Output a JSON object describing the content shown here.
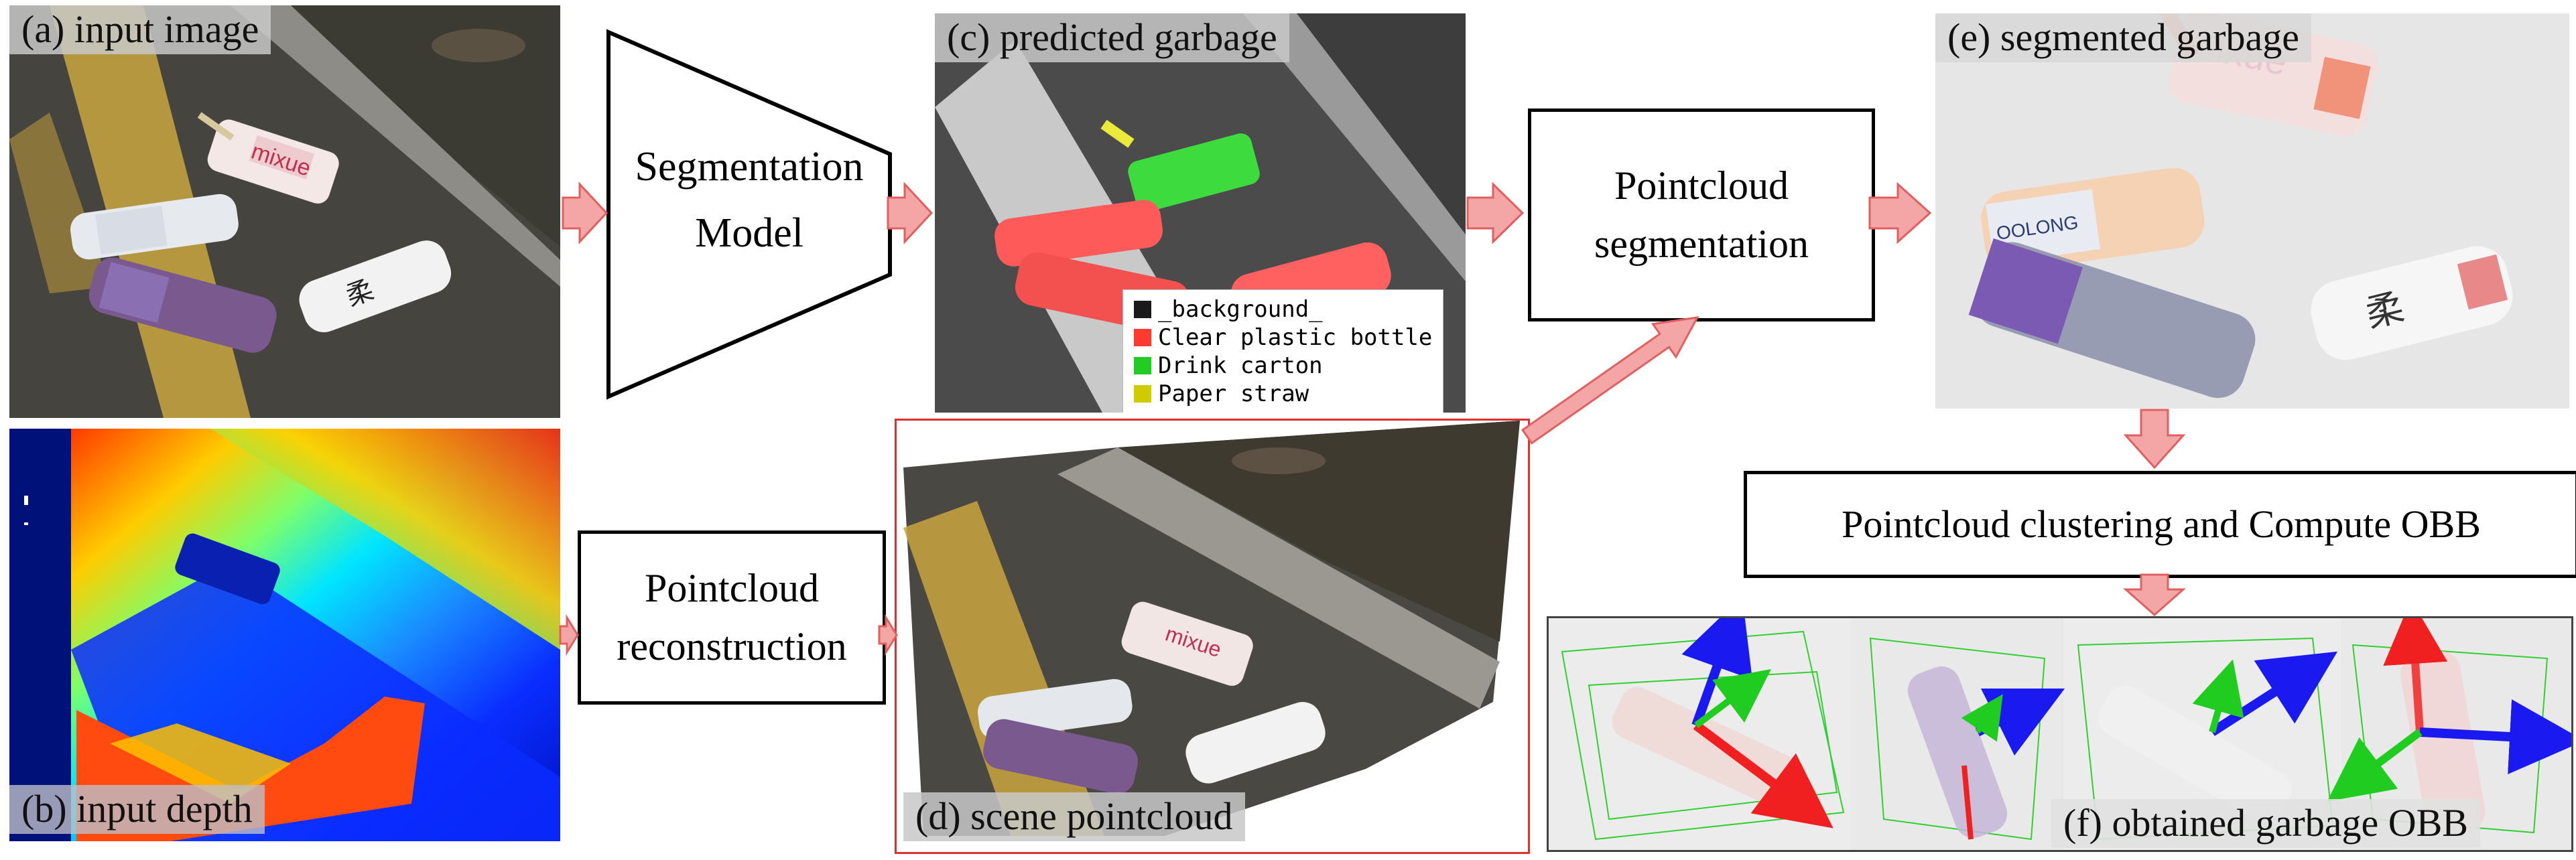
{
  "captions": {
    "a": "(a) input image",
    "b": "(b) input depth",
    "c": "(c) predicted garbage",
    "d": "(d) scene pointcloud",
    "e": "(e) segmented garbage",
    "f": "(f) obtained garbage OBB"
  },
  "boxes": {
    "segmentation_model": [
      "Segmentation",
      "Model"
    ],
    "pointcloud_reconstruction": [
      "Pointcloud",
      "reconstruction"
    ],
    "pointcloud_segmentation": [
      "Pointcloud",
      "segmentation"
    ],
    "clustering": "Pointcloud clustering and Compute OBB"
  },
  "legend": [
    {
      "label": "_background_",
      "color": "#1a1a1a"
    },
    {
      "label": "Clear plastic bottle",
      "color": "#ff3b30"
    },
    {
      "label": "Drink carton",
      "color": "#22cc22"
    },
    {
      "label": "Paper straw",
      "color": "#cccc00"
    }
  ],
  "colors": {
    "arrow_fill": "#f4a6a6",
    "arrow_stroke": "#e06060",
    "highlight_border": "#e03030"
  },
  "product_labels": {
    "cup": "mixue",
    "bottle": "OOLONG",
    "pink_bottle": "ixue"
  }
}
